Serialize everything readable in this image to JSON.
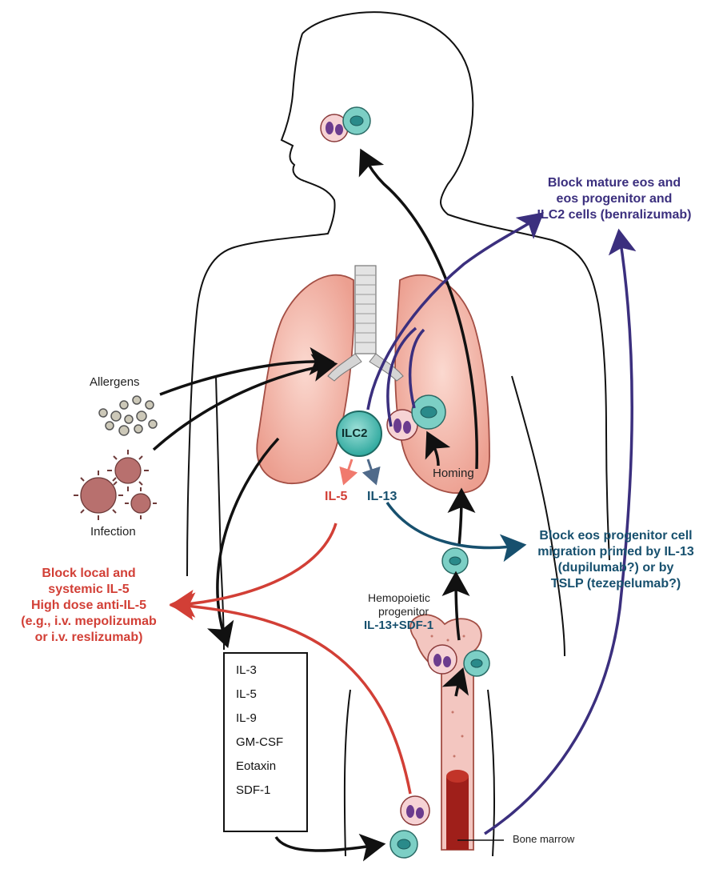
{
  "labels": {
    "allergens": "Allergens",
    "infection": "Infection",
    "ilc2": "ILC2",
    "il5": "IL-5",
    "il13": "IL-13",
    "homing": "Homing",
    "hemopoietic_line1": "Hemopoietic",
    "hemopoietic_line2": "progenitor",
    "il13_sdf1": "IL-13+SDF-1",
    "bone_marrow": "Bone marrow"
  },
  "callouts": {
    "benralizumab": [
      "Block mature eos and",
      "eos progenitor and",
      "ILC2 cells (benralizumab)"
    ],
    "il5_block": [
      "Block local and",
      "systemic IL-5",
      "High dose anti-IL-5",
      "(e.g., i.v. mepolizumab",
      "or i.v. reslizumab)"
    ],
    "il13_block": [
      "Block eos progenitor cell",
      "migration primed by IL-13",
      "(dupilumab?) or by",
      "TSLP (tezepelumab?)"
    ]
  },
  "cytokines": [
    "IL-3",
    "IL-5",
    "IL-9",
    "GM-CSF",
    "Eotaxin",
    "SDF-1"
  ],
  "colors": {
    "red": "#d23f36",
    "purple": "#3b2f7e",
    "teal": "#17506e",
    "lung": "#f2b3a6",
    "eosinophil": "#f6d3d5",
    "progenitor": "#6fc8bf"
  }
}
